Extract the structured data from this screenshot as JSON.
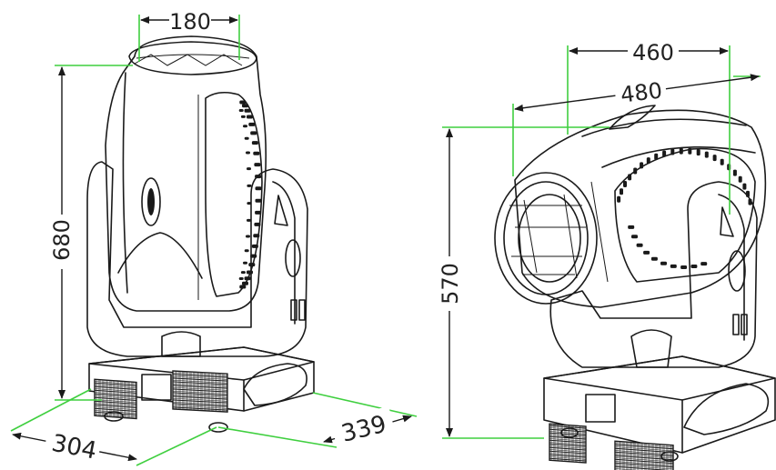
{
  "dimensions": {
    "front_width": "180",
    "front_height": "680",
    "base_depth": "304",
    "base_width": "339",
    "side_width_a": "460",
    "side_width_b": "480",
    "side_height": "570"
  },
  "colors": {
    "dimension_line": "#3fcf3f",
    "outline": "#1a1a1a",
    "background": "#ffffff"
  }
}
